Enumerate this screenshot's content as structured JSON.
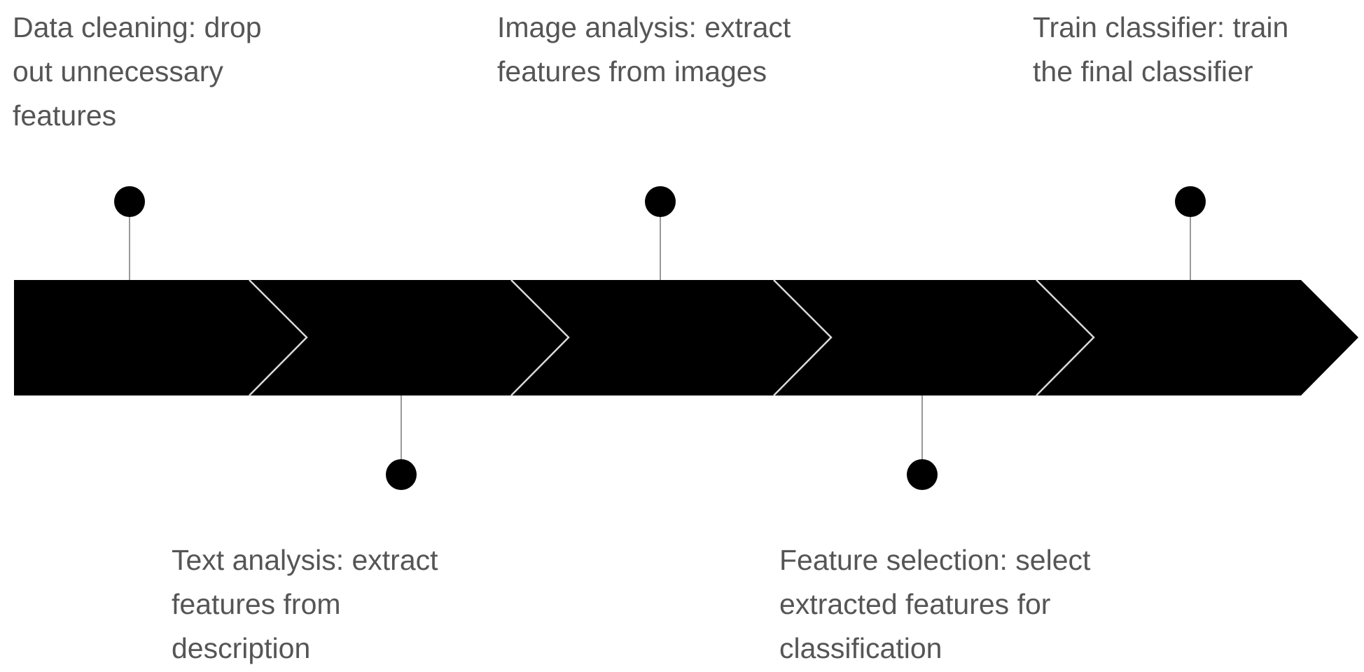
{
  "diagram": {
    "steps": [
      {
        "text": "Data cleaning: drop\nout unnecessary\nfeatures",
        "side": "top"
      },
      {
        "text": "Text analysis: extract\nfeatures from\ndescription",
        "side": "bottom"
      },
      {
        "text": "Image analysis: extract\nfeatures from images",
        "side": "top"
      },
      {
        "text": "Feature selection: select\nextracted features for\nclassification",
        "side": "bottom"
      },
      {
        "text": "Train classifier: train\nthe final classifier",
        "side": "top"
      }
    ],
    "colors": {
      "arrow_fill": "#000000",
      "chevron_stroke": "#d9d9d9",
      "connector": "#999999",
      "dot": "#000000",
      "label_text": "#555555"
    }
  }
}
